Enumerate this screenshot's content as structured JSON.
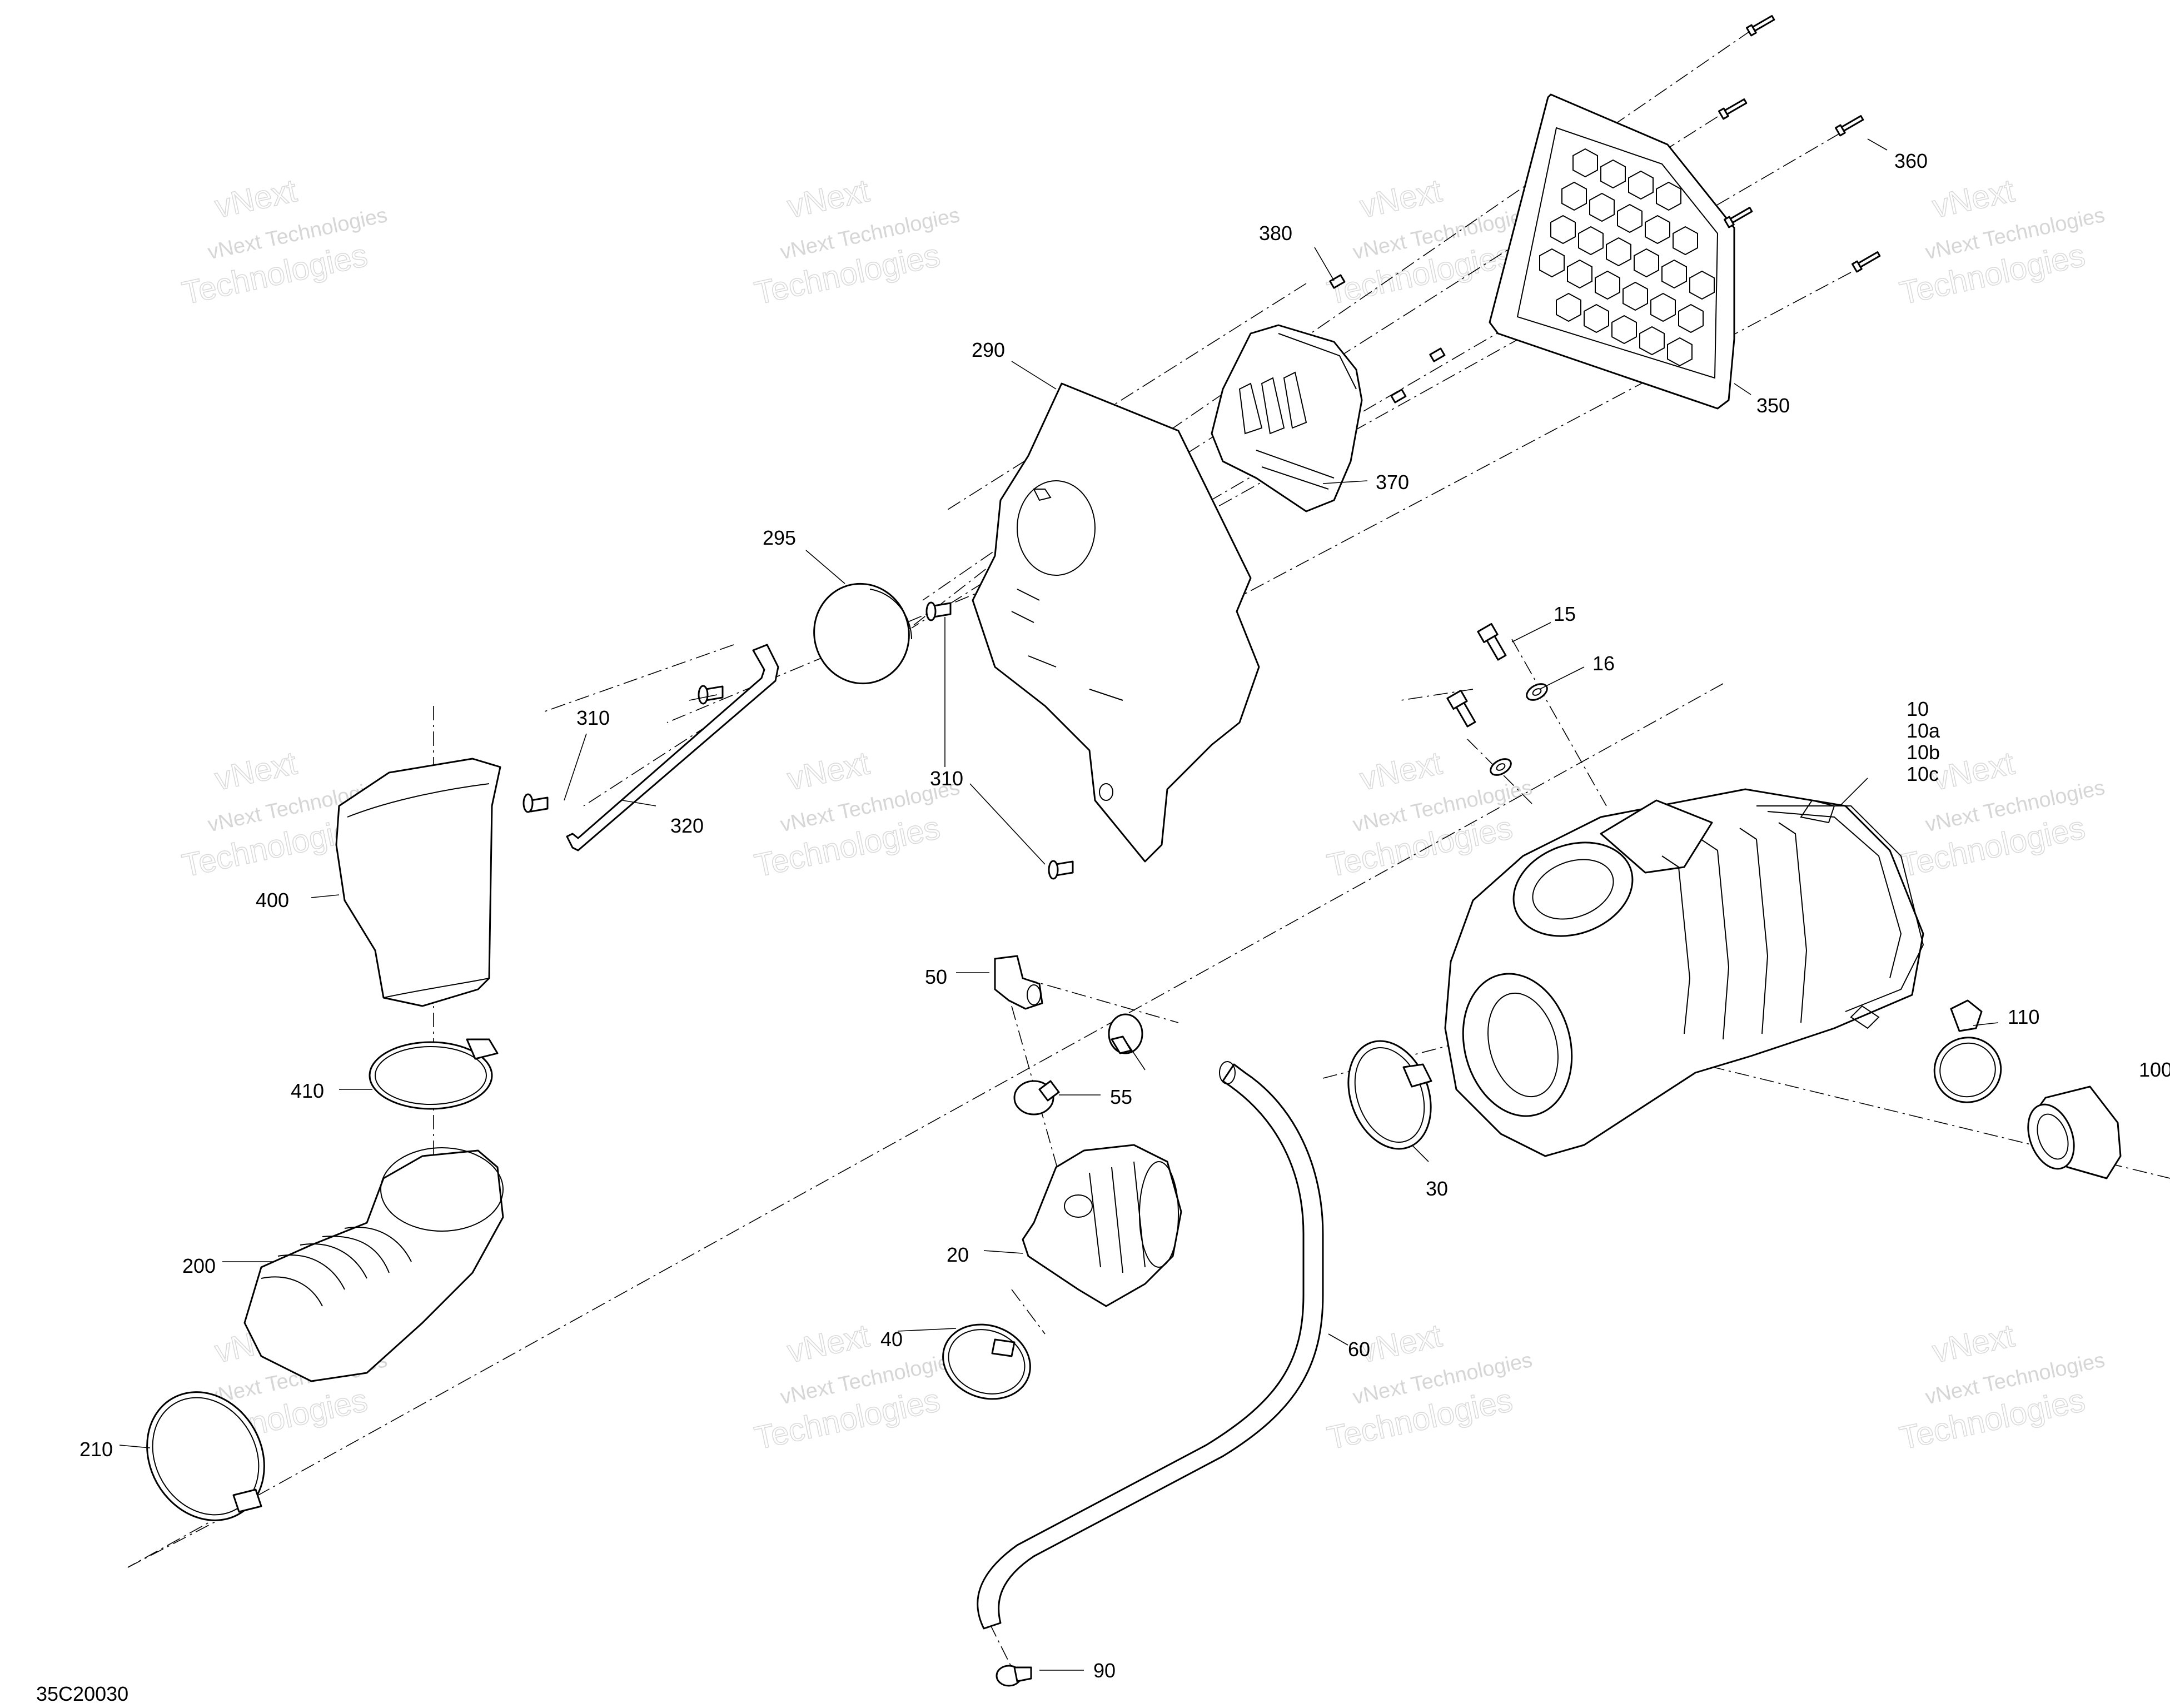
{
  "drawing_code": "35C20030",
  "watermark": {
    "line1": "vNext Technologies",
    "line2": "vNext",
    "line3": "Technologies"
  },
  "callouts": [
    {
      "id": "c360",
      "text": "360"
    },
    {
      "id": "c380",
      "text": "380"
    },
    {
      "id": "c290",
      "text": "290"
    },
    {
      "id": "c350",
      "text": "350"
    },
    {
      "id": "c370",
      "text": "370"
    },
    {
      "id": "c295",
      "text": "295"
    },
    {
      "id": "c15",
      "text": "15"
    },
    {
      "id": "c16",
      "text": "16"
    },
    {
      "id": "c310a",
      "text": "310"
    },
    {
      "id": "c320",
      "text": "320"
    },
    {
      "id": "c310b",
      "text": "310"
    },
    {
      "id": "c10",
      "text": "10"
    },
    {
      "id": "c10a",
      "text": "10a"
    },
    {
      "id": "c10b",
      "text": "10b"
    },
    {
      "id": "c10c",
      "text": "10c"
    },
    {
      "id": "c400",
      "text": "400"
    },
    {
      "id": "c50",
      "text": "50"
    },
    {
      "id": "c110",
      "text": "110"
    },
    {
      "id": "c100",
      "text": "100"
    },
    {
      "id": "c410",
      "text": "410"
    },
    {
      "id": "c55",
      "text": "55"
    },
    {
      "id": "c30",
      "text": "30"
    },
    {
      "id": "c200",
      "text": "200"
    },
    {
      "id": "c20",
      "text": "20"
    },
    {
      "id": "c40",
      "text": "40"
    },
    {
      "id": "c60",
      "text": "60"
    },
    {
      "id": "c210",
      "text": "210"
    },
    {
      "id": "c90",
      "text": "90"
    }
  ]
}
